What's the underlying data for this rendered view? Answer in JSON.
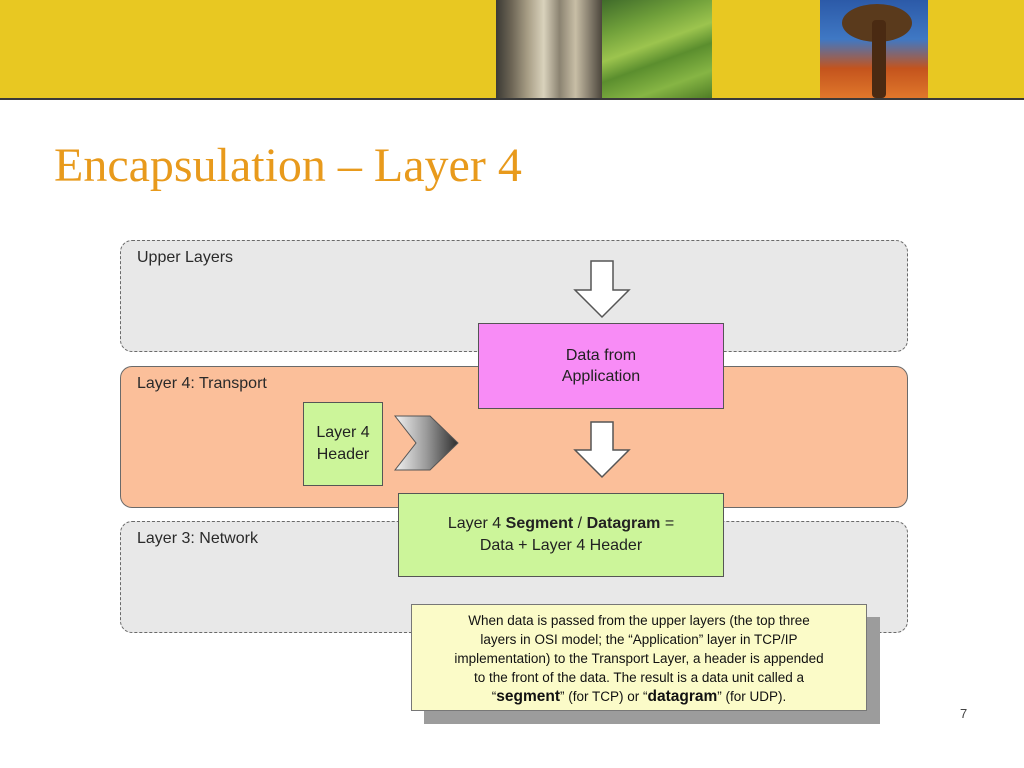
{
  "title": "Encapsulation – Layer 4",
  "layers": {
    "upper": "Upper Layers",
    "transport": "Layer 4: Transport",
    "network": "Layer 3: Network"
  },
  "boxes": {
    "data_line1": "Data from",
    "data_line2": "Application",
    "header_line1": "Layer 4",
    "header_line2": "Header",
    "segment_prefix": "Layer 4 ",
    "segment_bold1": "Segment",
    "segment_sep": " / ",
    "segment_bold2": "Datagram",
    "segment_suffix": " =",
    "segment_line2": "Data + Layer 4 Header"
  },
  "callout": {
    "line1": "When data is passed from the upper layers (the top three",
    "line2": "layers in OSI model; the “Application” layer in TCP/IP",
    "line3": "implementation) to the Transport Layer, a header is appended",
    "line4": "to the front of the data. The result is a data unit called a",
    "line5_open": "“",
    "line5_bold1": "segment",
    "line5_mid": "” (for TCP) or “",
    "line5_bold2": "datagram",
    "line5_close": "” (for UDP)."
  },
  "page_number": "7",
  "colors": {
    "banner": "#e8c822",
    "title": "#e89a1c",
    "transport_band": "#fbbf9a",
    "other_bands": "#e8e8e8",
    "data_box": "#f88cf6",
    "header_box": "#ccf59a",
    "callout": "#fbfbc8"
  },
  "icons": [
    "down-arrow-icon",
    "right-arrow-icon"
  ]
}
